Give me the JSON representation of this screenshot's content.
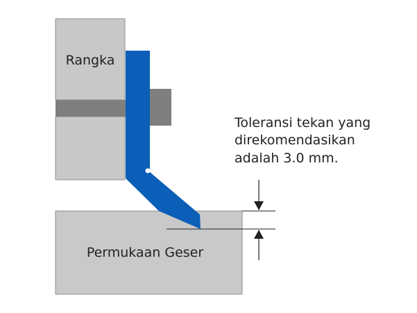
{
  "labels": {
    "frame": "Rangka",
    "sliding_surface": "Permukaan Geser",
    "note_line1": "Toleransi tekan yang",
    "note_line2": "direkomendasikan",
    "note_line3": "adalah 3.0 mm."
  },
  "colors": {
    "frame": "#c8c8c8",
    "frame_border": "#8e8e8e",
    "bar": "#7f7f7f",
    "seal": "#0b5fb8",
    "surface": "#c9c9c9",
    "surface_border": "#8e8e8e",
    "line": "#222222"
  }
}
